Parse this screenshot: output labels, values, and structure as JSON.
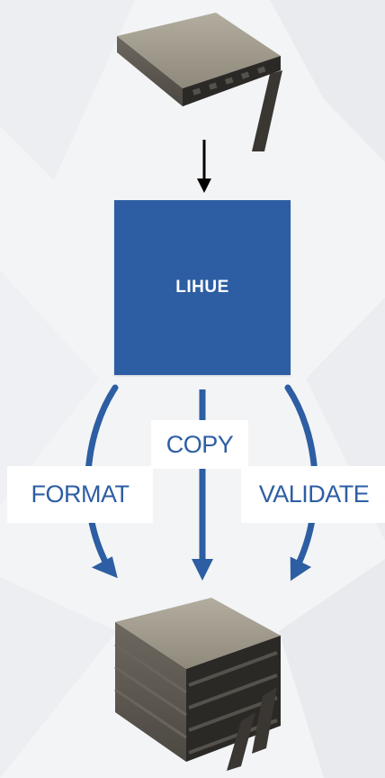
{
  "title": "",
  "center_node": {
    "label": "LIHUE"
  },
  "operations": [
    {
      "key": "format",
      "label": "FORMAT"
    },
    {
      "key": "copy",
      "label": "COPY"
    },
    {
      "key": "validate",
      "label": "VALIDATE"
    }
  ],
  "colors": {
    "node_fill": "#2d5ea3",
    "arrow": "#2d5ea3",
    "label_text": "#2d5ea3",
    "input_arrow": "#000000",
    "background": "#f3f4f6"
  },
  "icons": {
    "source": "single-drive-caddy-icon",
    "destination": "stacked-drive-caddies-icon"
  }
}
